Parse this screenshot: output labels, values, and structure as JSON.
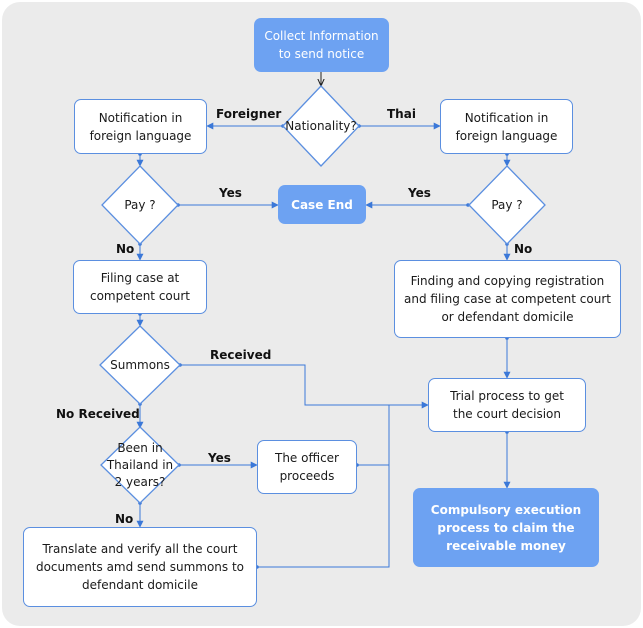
{
  "nodes": {
    "collect": "Collect Information\nto send notice",
    "nationality": "Nationality?",
    "notif_left": "Notification in\nforeign language",
    "notif_right": "Notification in\nforeign language",
    "pay_left": "Pay ?",
    "pay_right": "Pay ?",
    "case_end": "Case End",
    "filing": "Filing case at\ncompetent court",
    "finding": "Finding and copying registration\nand filing case at competent court\nor defendant domicile",
    "summons": "Summons",
    "trial": "Trial process to get\nthe court decision",
    "been_thailand": "Been in\nThailand in\n2 years?",
    "officer": "The officer\nproceeds",
    "compulsory": "Compulsory execution\nprocess to claim the\nreceivable money",
    "translate": "Translate and verify all the court\ndocuments amd send summons to\ndefendant domicile"
  },
  "edge_labels": {
    "foreigner": "Foreigner",
    "thai": "Thai",
    "yes_left": "Yes",
    "yes_right": "Yes",
    "no_left": "No",
    "no_right": "No",
    "received": "Received",
    "no_received": "No Received",
    "yes_been": "Yes",
    "no_been": "No"
  },
  "colors": {
    "accent_fill": "#6da2f2",
    "border": "#5b8fe0",
    "background": "#ebebeb"
  }
}
